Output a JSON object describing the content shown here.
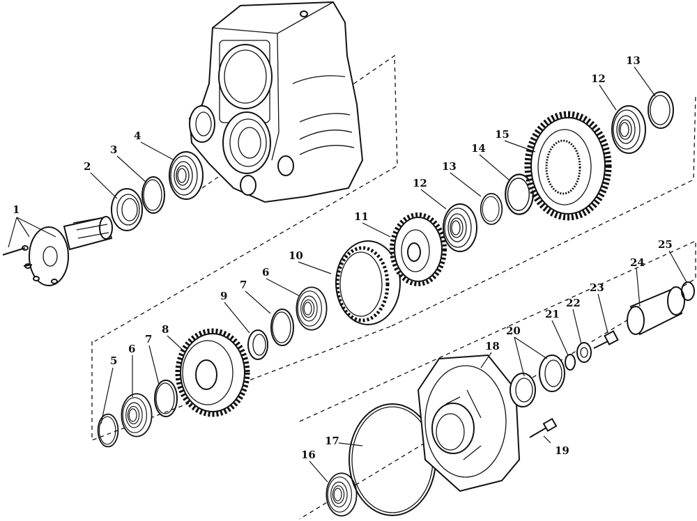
{
  "callouts": [
    {
      "id": "c1",
      "text": "1"
    },
    {
      "id": "c2",
      "text": "2"
    },
    {
      "id": "c3",
      "text": "3"
    },
    {
      "id": "c4",
      "text": "4"
    },
    {
      "id": "c5",
      "text": "5"
    },
    {
      "id": "c6a",
      "text": "6"
    },
    {
      "id": "c6b",
      "text": "6"
    },
    {
      "id": "c7a",
      "text": "7"
    },
    {
      "id": "c7b",
      "text": "7"
    },
    {
      "id": "c8",
      "text": "8"
    },
    {
      "id": "c9",
      "text": "9"
    },
    {
      "id": "c10",
      "text": "10"
    },
    {
      "id": "c11",
      "text": "11"
    },
    {
      "id": "c12a",
      "text": "12"
    },
    {
      "id": "c12b",
      "text": "12"
    },
    {
      "id": "c13a",
      "text": "13"
    },
    {
      "id": "c13b",
      "text": "13"
    },
    {
      "id": "c14",
      "text": "14"
    },
    {
      "id": "c15",
      "text": "15"
    },
    {
      "id": "c16",
      "text": "16"
    },
    {
      "id": "c17",
      "text": "17"
    },
    {
      "id": "c18",
      "text": "18"
    },
    {
      "id": "c19",
      "text": "19"
    },
    {
      "id": "c20",
      "text": "20"
    },
    {
      "id": "c21",
      "text": "21"
    },
    {
      "id": "c22",
      "text": "22"
    },
    {
      "id": "c23",
      "text": "23"
    },
    {
      "id": "c24",
      "text": "24"
    },
    {
      "id": "c25",
      "text": "25"
    }
  ]
}
